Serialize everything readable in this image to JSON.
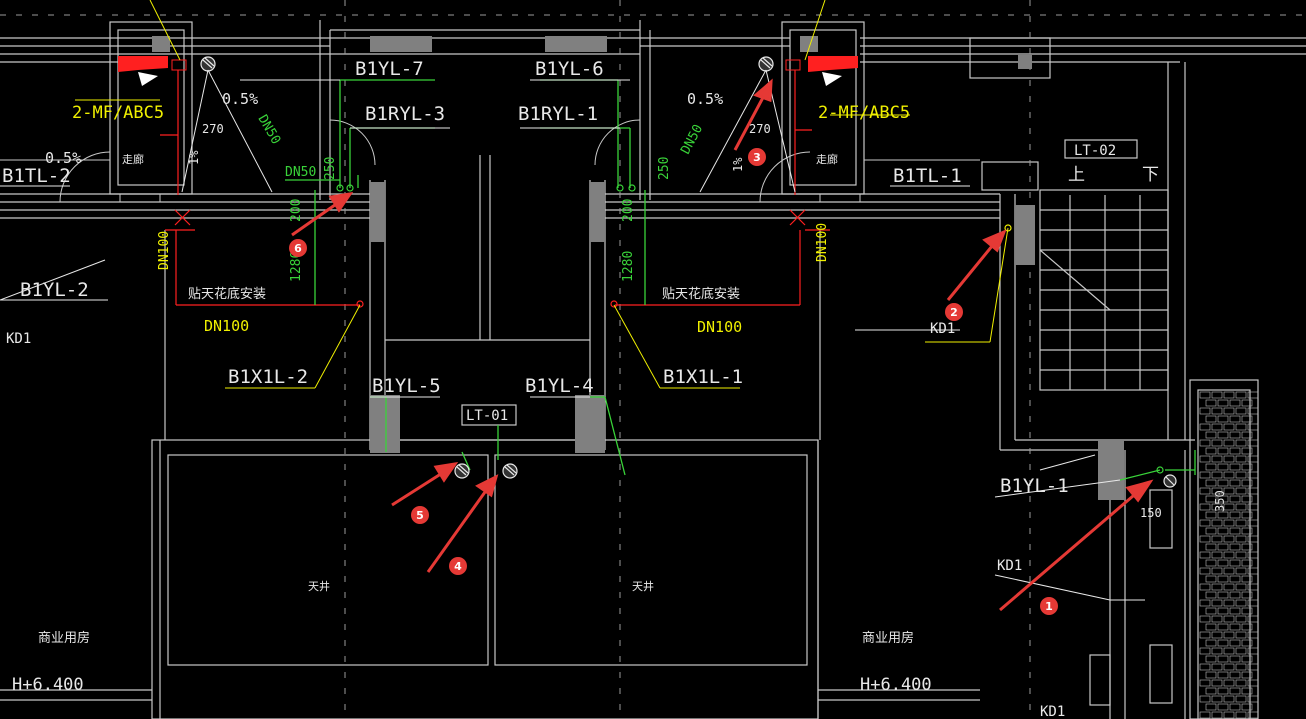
{
  "colors": {
    "background": "#000000",
    "wall": "#c8c8c8",
    "column": "#808080",
    "pipe": "#39d339",
    "leader": "#f0f000",
    "extinguisher": "#ff2020",
    "marker": "#e53935"
  },
  "labels": {
    "b1yl_7": "B1YL-7",
    "b1yl_6": "B1YL-6",
    "b1ryl_3": "B1RYL-3",
    "b1ryl_1": "B1RYL-1",
    "b1tl_2": "B1TL-2",
    "b1tl_1": "B1TL-1",
    "b1yl_2": "B1YL-2",
    "b1x1l_2": "B1X1L-2",
    "b1x1l_1": "B1X1L-1",
    "b1yl_5": "B1YL-5",
    "b1yl_4": "B1YL-4",
    "b1yl_1": "B1YL-1",
    "lt_01": "LT-01",
    "lt_02": "LT-02",
    "kd1_left": "KD1",
    "kd1_right_top": "KD1",
    "kd1_right_mid": "KD1",
    "kd1_right_bottom": "KD1",
    "extinguisher_left": "2-MF/ABC5",
    "extinguisher_right": "2-MF/ABC5",
    "slope_left": "0.5%",
    "slope_mid_left": "0.5%",
    "slope_mid_right": "0.5%",
    "dn50_left": "DN50",
    "dn50_left_diag": "DN50",
    "dn50_right_diag": "DN50",
    "dn100_left_vert": "DN100",
    "dn100_right_vert": "DN100",
    "dn100_left": "DN100",
    "dn100_right": "DN100",
    "ceiling_left": "贴天花底安装",
    "ceiling_right": "贴天花底安装",
    "corridor_left": "走廊",
    "corridor_right": "走廊",
    "lightwell_left": "天井",
    "lightwell_right": "天井",
    "commercial_left": "商业用房",
    "commercial_right": "商业用房",
    "elev_left": "H+6.400",
    "elev_right": "H+6.400",
    "dim_270_left": "270",
    "dim_270_right": "270",
    "dim_250_left": "250",
    "dim_250_right": "250",
    "dim_200_left": "200",
    "dim_200_right": "200",
    "dim_1280_left": "1280",
    "dim_1280_right": "1280",
    "dim_1pct_left": "1%",
    "dim_1pct_right": "1%",
    "dim_150": "150",
    "dim_350": "350",
    "stair_up": "上",
    "stair_down": "下"
  },
  "markers": [
    {
      "id": "1",
      "label": "1"
    },
    {
      "id": "2",
      "label": "2"
    },
    {
      "id": "3",
      "label": "3"
    },
    {
      "id": "4",
      "label": "4"
    },
    {
      "id": "5",
      "label": "5"
    },
    {
      "id": "6",
      "label": "6"
    }
  ]
}
